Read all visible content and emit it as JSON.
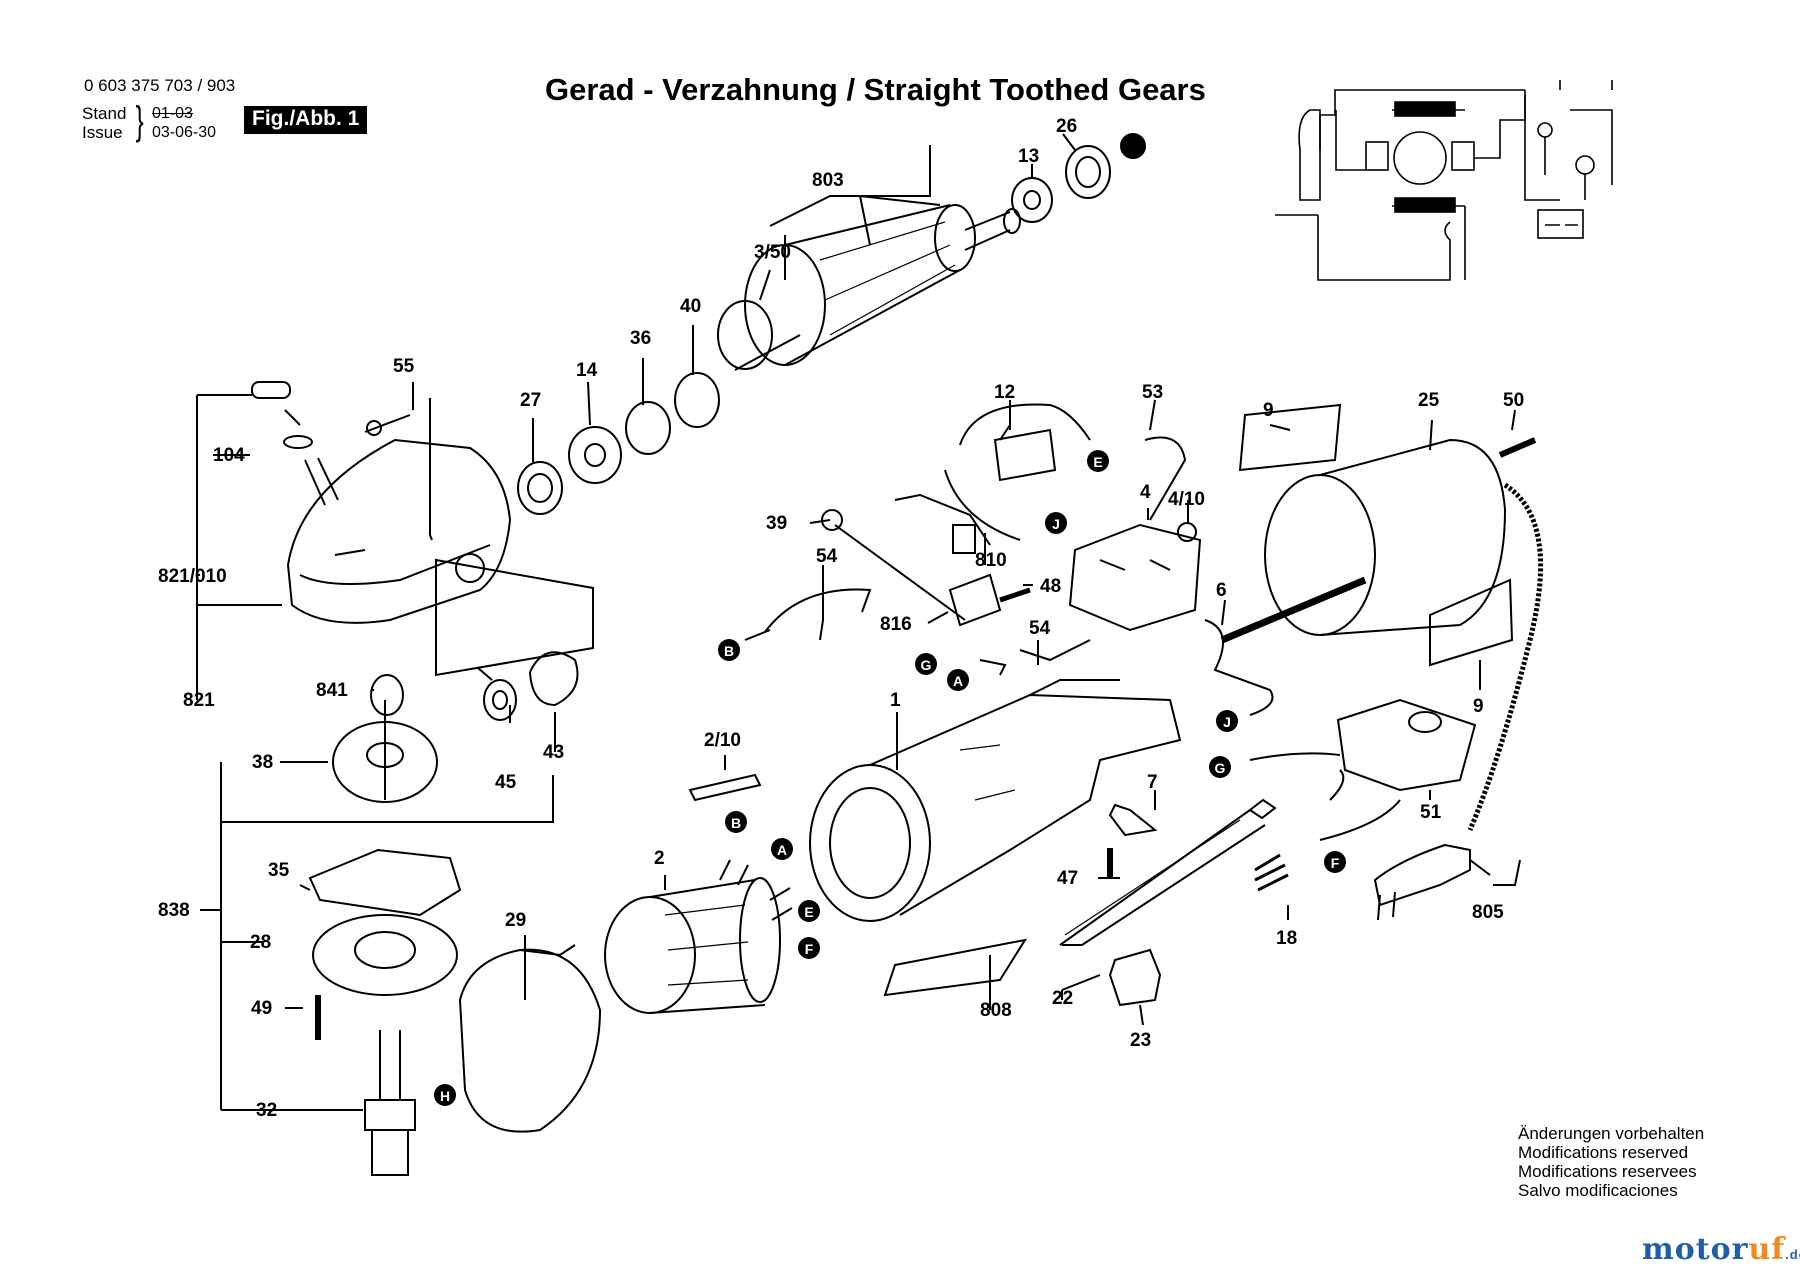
{
  "header": {
    "part_number": "0 603 375 703 / 903",
    "stand_label": "Stand",
    "issue_label": "Issue",
    "stand_old": "01-03",
    "stand_date": "03-06-30",
    "fig_label": "Fig./Abb. 1",
    "title": "Gerad - Verzahnung / Straight Toothed Gears"
  },
  "footer": {
    "note_de": "Änderungen vorbehalten",
    "note_en": "Modifications reserved",
    "note_fr": "Modifications reservees",
    "note_es": "Salvo modificaciones",
    "brand_a": "motor",
    "brand_b": "uf",
    "brand_c": ".de"
  },
  "callouts": {
    "c803": "803",
    "c350": "3/50",
    "c13": "13",
    "c26": "26",
    "c40": "40",
    "c36": "36",
    "c14": "14",
    "c27": "27",
    "c55": "55",
    "c104": "104",
    "c821_010": "821/010",
    "c821": "821",
    "c841": "841",
    "c45": "45",
    "c43": "43",
    "c38": "38",
    "c838": "838",
    "c35": "35",
    "c28": "28",
    "c49": "49",
    "c32": "32",
    "c29": "29",
    "c2": "2",
    "c2_10": "2/10",
    "c12": "12",
    "c53": "53",
    "c39": "39",
    "c54a": "54",
    "c810": "810",
    "c48": "48",
    "c816": "816",
    "c54b": "54",
    "c4": "4",
    "c4_10": "4/10",
    "c6": "6",
    "c9a": "9",
    "c25": "25",
    "c50": "50",
    "c9b": "9",
    "c1": "1",
    "c7": "7",
    "c47": "47",
    "c18": "18",
    "c22": "22",
    "c23": "23",
    "c808": "808",
    "c51": "51",
    "c805": "805"
  },
  "markers": {
    "J1": "J",
    "J2": "J",
    "E1": "E",
    "E2": "E",
    "B1": "B",
    "B2": "B",
    "G1": "G",
    "G2": "G",
    "A1": "A",
    "A2": "A",
    "F1": "F",
    "F2": "F",
    "H1": "H"
  }
}
